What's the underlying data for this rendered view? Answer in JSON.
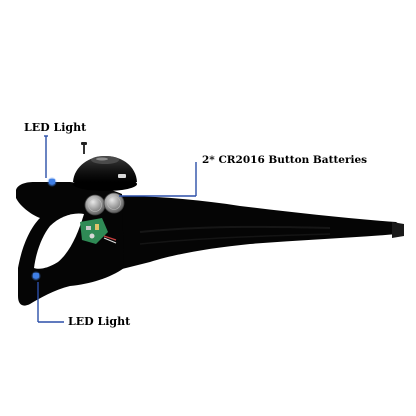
{
  "callouts": {
    "led_light_top": "LED Light",
    "batteries": "2* CR2016 Button Batteries",
    "led_light_bottom": "LED Light"
  },
  "colors": {
    "background": "#ffffff",
    "product": "#050505",
    "leader_line": "#2b4fa8",
    "led_glow": "#3f7fe6",
    "battery": "#9a9a9a",
    "circuit_board": "#2f8a55"
  },
  "icons": {
    "product": "pet-harness-icon",
    "led_top": "led-light-icon",
    "led_bottom": "led-light-icon",
    "controller": "controller-box-icon",
    "battery_left": "button-battery-icon",
    "battery_right": "button-battery-icon",
    "screw": "screw-icon",
    "circuit": "circuit-board-icon"
  }
}
